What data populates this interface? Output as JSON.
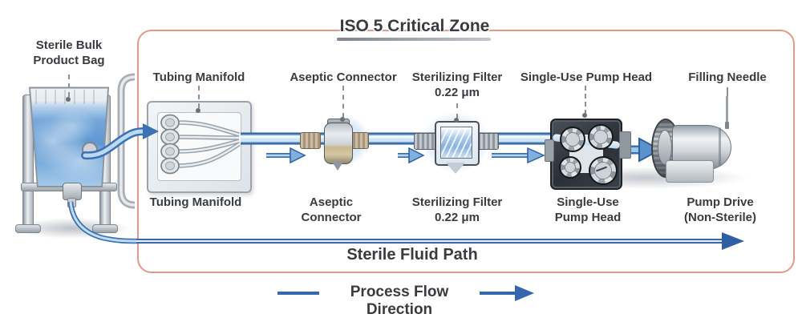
{
  "zone": {
    "title": "ISO 5 Critical Zone",
    "border_color": "#e69183"
  },
  "components": {
    "bag": {
      "label_line1": "Sterile Bulk",
      "label_line2": "Product Bag"
    },
    "manifold": {
      "top_label": "Tubing Manifold",
      "bottom_label": "Tubing Manifold"
    },
    "connector": {
      "top_label": "Aseptic Connector",
      "bottom_label_line1": "Aseptic",
      "bottom_label_line2": "Connector"
    },
    "filter": {
      "top_label_line1": "Sterilizing Filter",
      "top_label_line2": "0.22 μm",
      "bottom_label_line1": "Sterilizing Filter",
      "bottom_label_line2": "0.22 μm"
    },
    "pump_head": {
      "top_label": "Single-Use Pump Head",
      "bottom_label_line1": "Single-Use",
      "bottom_label_line2": "Pump Head"
    },
    "pump_drive": {
      "label_line1": "Pump Drive",
      "label_line2": "(Non-Sterile)"
    },
    "needle": {
      "top_label": "Filling Needle"
    }
  },
  "annotations": {
    "fluid_path": "Sterile Fluid Path",
    "flow_direction": "Process Flow Direction"
  },
  "colors": {
    "flow_arrow_blue": "#3b72b4",
    "fluid_path_blue": "#2e5fa3",
    "tube_fill": "#cfe4f6",
    "liquid_blue": "#74a7da",
    "label_text": "#383c40",
    "zone_border": "#e69183"
  }
}
